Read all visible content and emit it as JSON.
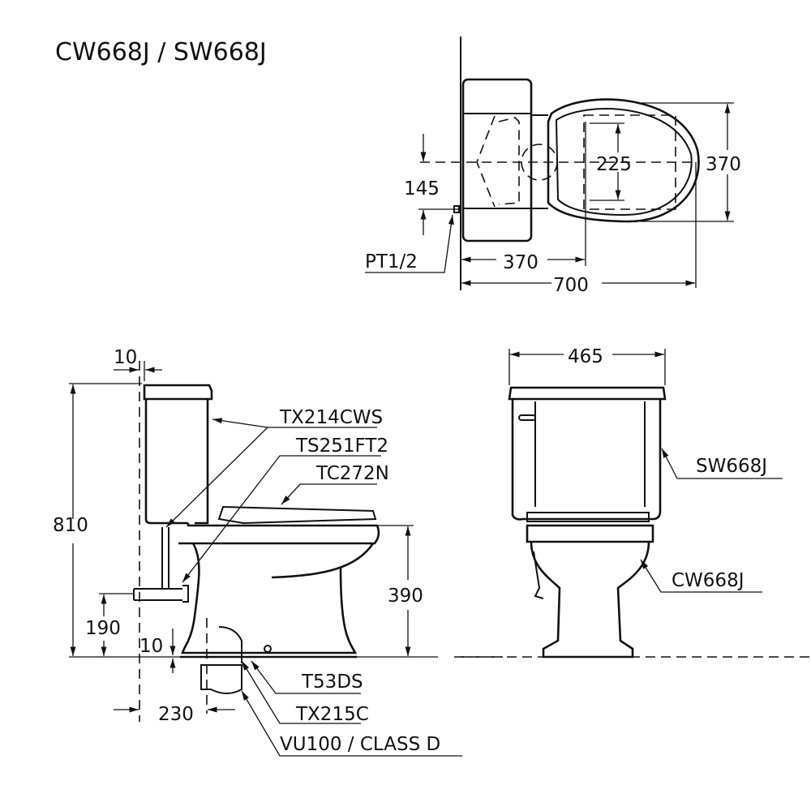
{
  "title": "CW668J / SW668J",
  "top_view": {
    "dim_width": "370",
    "dim_bolt_spacing": "225",
    "dim_inlet_offset": "145",
    "inlet_label": "PT1/2",
    "dim_wall_to_bolt": "370",
    "dim_length": "700"
  },
  "side_view": {
    "dim_wall_gap": "10",
    "dim_height": "810",
    "dim_seat_height": "390",
    "dim_inlet_height": "190",
    "dim_floor_gap": "10",
    "dim_outlet_distance": "230",
    "parts": [
      "TX214CWS",
      "TS251FT2",
      "TC272N",
      "T53DS",
      "TX215C",
      "VU100 / CLASS D"
    ]
  },
  "front_view": {
    "dim_width": "465",
    "labels": [
      "SW668J",
      "CW668J"
    ]
  }
}
